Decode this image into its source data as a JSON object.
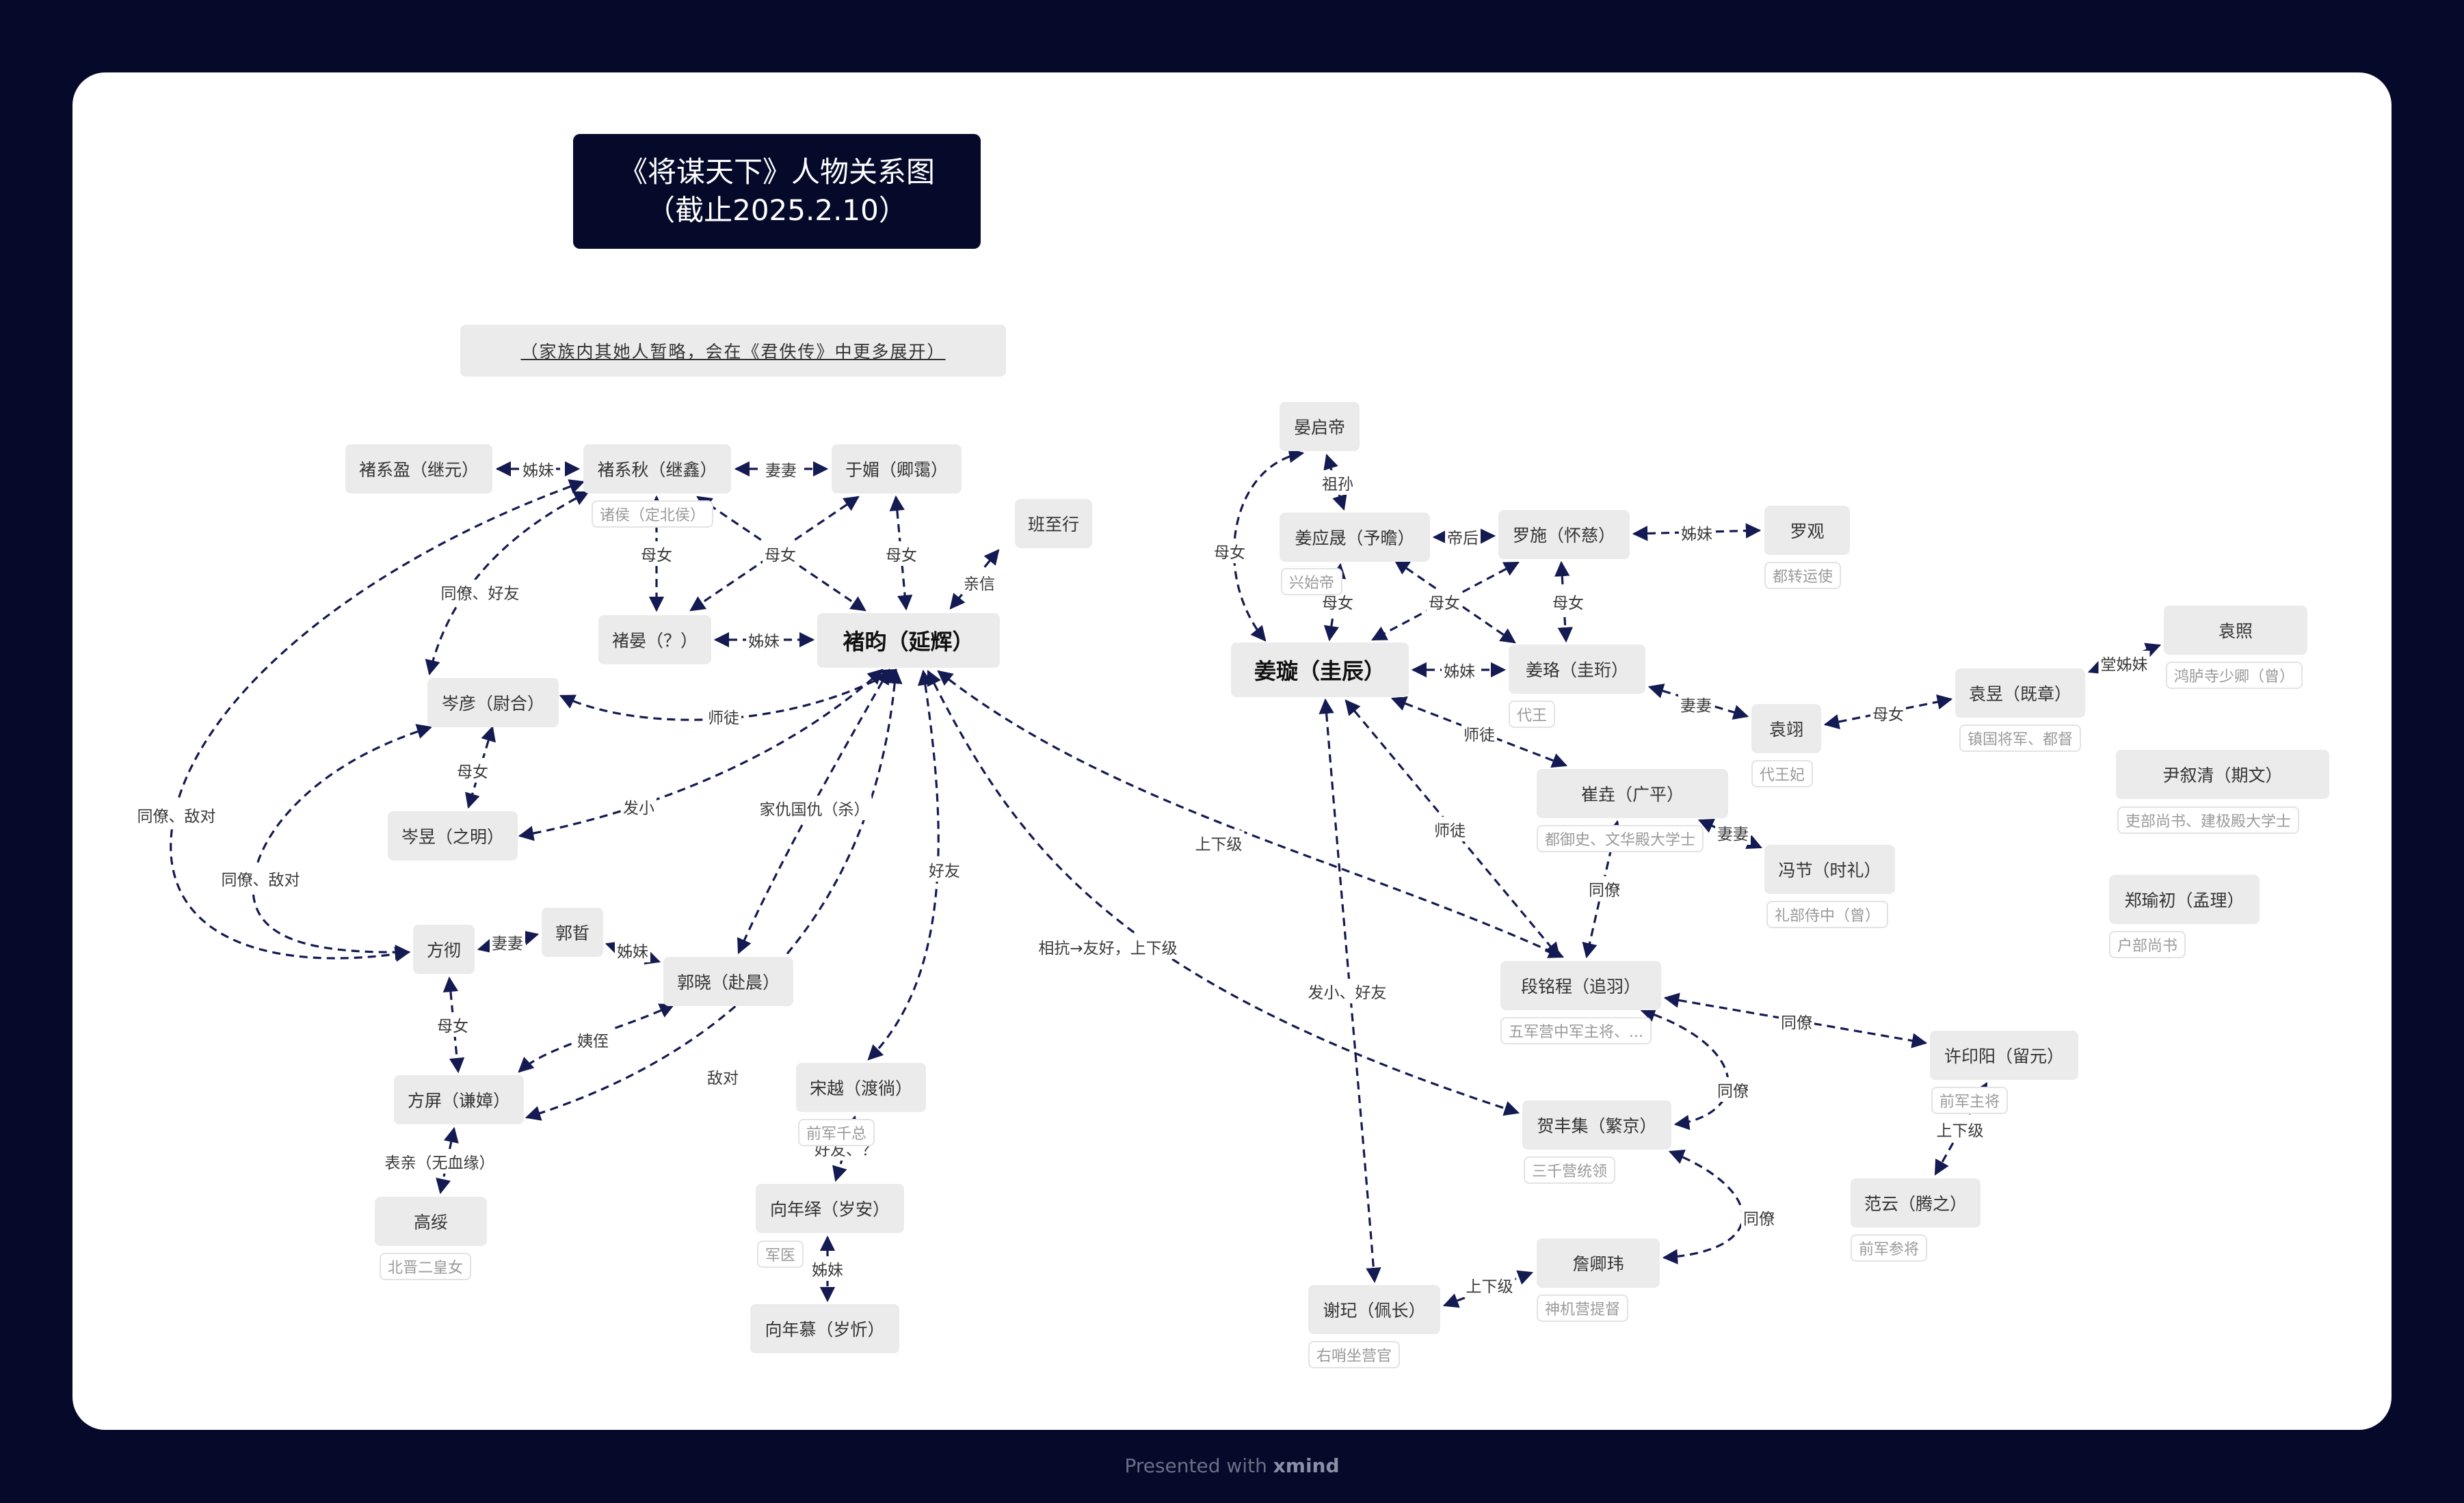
{
  "title": {
    "line1": "《将谋天下》人物关系图",
    "line2": "（截止2025.2.10）"
  },
  "note": "（家族内其她人暂略，会在《君佚传》中更多展开）",
  "footer": {
    "prefix": "Presented with ",
    "brand": "xmind"
  },
  "colors": {
    "background": "#050a2b",
    "card": "#ffffff",
    "node": "#ebebeb",
    "edge": "#141a52"
  },
  "nodes": [
    {
      "id": "chu-xiying",
      "label": "褚系盈（继元）"
    },
    {
      "id": "chu-xiqiu",
      "label": "褚系秋（继鑫）",
      "sub": "诸侯（定北侯）"
    },
    {
      "id": "yu-mei",
      "label": "于媚（卿霭）"
    },
    {
      "id": "ban-zhixing",
      "label": "班至行"
    },
    {
      "id": "chu-yan",
      "label": "褚晏（？）"
    },
    {
      "id": "chu-yun",
      "label": "褚昀（延辉）",
      "main": true
    },
    {
      "id": "cen-yan",
      "label": "岑彦（尉合）"
    },
    {
      "id": "cen-yu",
      "label": "岑昱（之明）"
    },
    {
      "id": "fang-che",
      "label": "方彻"
    },
    {
      "id": "guo-zhe",
      "label": "郭晢"
    },
    {
      "id": "guo-xiao",
      "label": "郭晓（赴晨）"
    },
    {
      "id": "fang-ping",
      "label": "方屏（谦嫜）"
    },
    {
      "id": "gao-sui",
      "label": "高绥",
      "sub": "北晋二皇女"
    },
    {
      "id": "song-yue",
      "label": "宋越（渡徜）",
      "sub": "前军千总"
    },
    {
      "id": "xiang-nianyi",
      "label": "向年绎（岁安）",
      "sub": "军医"
    },
    {
      "id": "xiang-nianmu",
      "label": "向年慕（岁忻）"
    },
    {
      "id": "yan-qidi",
      "label": "晏启帝"
    },
    {
      "id": "jiang-yingsheng",
      "label": "姜应晟（予曕）",
      "sub": "兴始帝"
    },
    {
      "id": "luo-shi",
      "label": "罗施（怀慈）"
    },
    {
      "id": "luo-guan",
      "label": "罗观",
      "sub": "都转运使"
    },
    {
      "id": "jiang-xuan",
      "label": "姜璇（圭辰）",
      "main": true
    },
    {
      "id": "jiang-luo",
      "label": "姜珞（圭珩）",
      "sub": "代王"
    },
    {
      "id": "yuan-zhao",
      "label": "袁照",
      "sub": "鸿胪寺少卿（曾）"
    },
    {
      "id": "yuan-yu",
      "label": "袁翊",
      "sub": "代王妃"
    },
    {
      "id": "yuan-yu2",
      "label": "袁昱（既章）",
      "sub": "镇国将军、都督"
    },
    {
      "id": "cui-kui",
      "label": "崔垚（广平）",
      "sub": "都御史、文华殿大学士"
    },
    {
      "id": "feng-jie",
      "label": "冯节（时礼）",
      "sub": "礼部侍中（曾）"
    },
    {
      "id": "yin-xuqing",
      "label": "尹叙清（期文）",
      "sub": "吏部尚书、建极殿大学士"
    },
    {
      "id": "zheng-yuchu",
      "label": "郑瑜初（孟理）",
      "sub": "户部尚书"
    },
    {
      "id": "duan-mingcheng",
      "label": "段铭程（追羽）",
      "sub": "五军营中军主将、..."
    },
    {
      "id": "xu-yinyang",
      "label": "许印阳（留元）",
      "sub": "前军主将"
    },
    {
      "id": "he-fengji",
      "label": "贺丰集（繁京）",
      "sub": "三千营统领"
    },
    {
      "id": "fan-yun",
      "label": "范云（腾之）",
      "sub": "前军参将"
    },
    {
      "id": "zhan-qingwei",
      "label": "詹卿玮",
      "sub": "神机营提督"
    },
    {
      "id": "xie-ji",
      "label": "谢玘（佩长）",
      "sub": "右哨坐营官"
    }
  ],
  "edges": [
    {
      "from": "chu-xiying",
      "to": "chu-xiqiu",
      "label": "姊妹"
    },
    {
      "from": "chu-xiqiu",
      "to": "yu-mei",
      "label": "妻妻"
    },
    {
      "from": "chu-xiqiu",
      "to": "chu-yan",
      "label": "母女"
    },
    {
      "from": "chu-xiqiu",
      "to": "chu-yun",
      "label": "母女"
    },
    {
      "from": "yu-mei",
      "to": "chu-yan",
      "label": "母女"
    },
    {
      "from": "yu-mei",
      "to": "chu-yun",
      "label": "母女"
    },
    {
      "from": "chu-yan",
      "to": "chu-yun",
      "label": "姊妹"
    },
    {
      "from": "ban-zhixing",
      "to": "chu-yun",
      "label": "亲信"
    },
    {
      "from": "chu-xiqiu",
      "to": "cen-yan",
      "label": "同僚、好友"
    },
    {
      "from": "chu-xiqiu",
      "to": "fang-che",
      "label": "同僚、敌对"
    },
    {
      "from": "cen-yan",
      "to": "chu-yun",
      "label": "师徒"
    },
    {
      "from": "cen-yan",
      "to": "cen-yu",
      "label": "母女"
    },
    {
      "from": "cen-yan",
      "to": "fang-che",
      "label": "同僚、敌对"
    },
    {
      "from": "cen-yu",
      "to": "chu-yun",
      "label": "发小"
    },
    {
      "from": "chu-yun",
      "to": "guo-xiao",
      "label": "家仇国仇（杀）"
    },
    {
      "from": "chu-yun",
      "to": "fang-ping",
      "label": "敌对"
    },
    {
      "from": "chu-yun",
      "to": "song-yue",
      "label": "好友"
    },
    {
      "from": "fang-che",
      "to": "guo-zhe",
      "label": "妻妻"
    },
    {
      "from": "guo-zhe",
      "to": "guo-xiao",
      "label": "姊妹"
    },
    {
      "from": "fang-che",
      "to": "fang-ping",
      "label": "母女"
    },
    {
      "from": "guo-xiao",
      "to": "fang-ping",
      "label": "姨侄"
    },
    {
      "from": "fang-ping",
      "to": "gao-sui",
      "label": "表亲（无血缘）"
    },
    {
      "from": "song-yue",
      "to": "xiang-nianyi",
      "label": "好友、？"
    },
    {
      "from": "xiang-nianyi",
      "to": "xiang-nianmu",
      "label": "姊妹"
    },
    {
      "from": "chu-yun",
      "to": "duan-mingcheng",
      "label": "上下级"
    },
    {
      "from": "chu-yun",
      "to": "he-fengji",
      "label": "相抗→友好，上下级"
    },
    {
      "from": "yan-qidi",
      "to": "jiang-yingsheng",
      "label": "母女"
    },
    {
      "from": "yan-qidi",
      "to": "jiang-xuan",
      "label": "祖孙"
    },
    {
      "from": "jiang-yingsheng",
      "to": "luo-shi",
      "label": "帝后"
    },
    {
      "from": "luo-shi",
      "to": "luo-guan",
      "label": "姊妹"
    },
    {
      "from": "jiang-yingsheng",
      "to": "jiang-xuan",
      "label": "母女"
    },
    {
      "from": "luo-shi",
      "to": "jiang-xuan",
      "label": "母女"
    },
    {
      "from": "jiang-yingsheng",
      "to": "jiang-luo",
      "label": "母女"
    },
    {
      "from": "luo-shi",
      "to": "jiang-luo",
      "label": "母女"
    },
    {
      "from": "jiang-xuan",
      "to": "jiang-luo",
      "label": "姊妹"
    },
    {
      "from": "jiang-xuan",
      "to": "cui-kui",
      "label": "师徒"
    },
    {
      "from": "jiang-xuan",
      "to": "duan-mingcheng",
      "label": "师徒"
    },
    {
      "from": "jiang-xuan",
      "to": "xie-ji",
      "label": "发小、好友"
    },
    {
      "from": "jiang-luo",
      "to": "yuan-yu",
      "label": "妻妻"
    },
    {
      "from": "yuan-yu",
      "to": "yuan-yu2",
      "label": "母女"
    },
    {
      "from": "yuan-yu2",
      "to": "yuan-zhao",
      "label": "堂姊妹"
    },
    {
      "from": "cui-kui",
      "to": "feng-jie",
      "label": "妻妻"
    },
    {
      "from": "cui-kui",
      "to": "duan-mingcheng",
      "label": "同僚"
    },
    {
      "from": "duan-mingcheng",
      "to": "xu-yinyang",
      "label": "同僚"
    },
    {
      "from": "duan-mingcheng",
      "to": "he-fengji",
      "label": "同僚"
    },
    {
      "from": "he-fengji",
      "to": "zhan-qingwei",
      "label": "同僚"
    },
    {
      "from": "xu-yinyang",
      "to": "fan-yun",
      "label": "上下级"
    },
    {
      "from": "xie-ji",
      "to": "zhan-qingwei",
      "label": "上下级"
    }
  ]
}
